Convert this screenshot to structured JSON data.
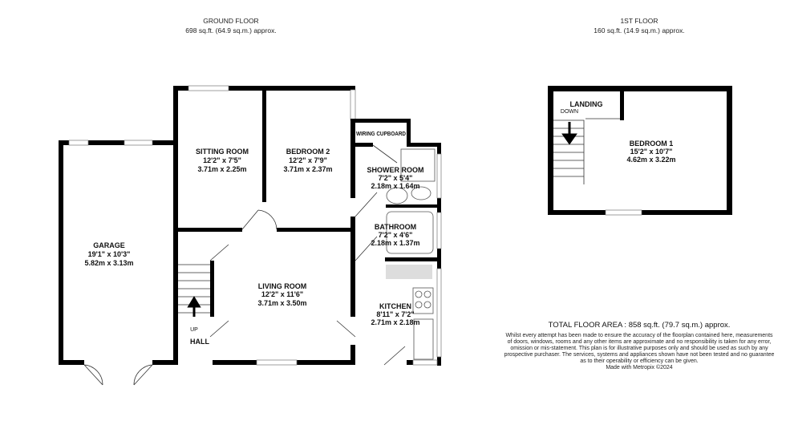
{
  "ground_floor": {
    "title": "GROUND FLOOR",
    "area": "698 sq.ft. (64.9 sq.m.) approx."
  },
  "first_floor": {
    "title": "1ST FLOOR",
    "area": "160 sq.ft. (14.9 sq.m.) approx."
  },
  "rooms": {
    "sitting": {
      "name": "SITTING ROOM",
      "imperial": "12'2\"  x 7'5\"",
      "metric": "3.71m  x 2.25m"
    },
    "bedroom2": {
      "name": "BEDROOM 2",
      "imperial": "12'2\"  x 7'9\"",
      "metric": "3.71m  x 2.37m"
    },
    "wiring": {
      "name": "WIRING CUPBOARD"
    },
    "shower": {
      "name": "SHOWER ROOM",
      "imperial": "7'2\"  x 5'4\"",
      "metric": "2.18m  x 1.64m"
    },
    "bathroom": {
      "name": "BATHROOM",
      "imperial": "7'2\"  x 4'6\"",
      "metric": "2.18m  x 1.37m"
    },
    "kitchen": {
      "name": "KITCHEN",
      "imperial": "8'11\"  x 7'2\"",
      "metric": "2.71m  x 2.18m"
    },
    "living": {
      "name": "LIVING ROOM",
      "imperial": "12'2\"  x 11'6\"",
      "metric": "3.71m  x 3.50m"
    },
    "garage": {
      "name": "GARAGE",
      "imperial": "19'1\"  x 10'3\"",
      "metric": "5.82m  x 3.13m"
    },
    "hall": {
      "name": "HALL",
      "stairs": "UP"
    },
    "landing": {
      "name": "LANDING",
      "stairs": "DOWN"
    },
    "bedroom1": {
      "name": "BEDROOM 1",
      "imperial": "15'2\"  x 10'7\"",
      "metric": "4.62m  x 3.22m"
    }
  },
  "total_area": "TOTAL FLOOR AREA : 858 sq.ft. (79.7 sq.m.) approx.",
  "disclaimer": [
    "Whilst every attempt has been made to ensure the accuracy of the floorplan contained here, measurements",
    "of doors, windows, rooms and any other items are approximate and no responsibility is taken for any error,",
    "omission or mis-statement. This plan is for illustrative purposes only and should be used as such by any",
    "prospective purchaser. The services, systems and appliances shown have not been tested and no guarantee",
    "as to their operability or efficiency can be given."
  ],
  "credit": "Made with Metropix ©2024"
}
